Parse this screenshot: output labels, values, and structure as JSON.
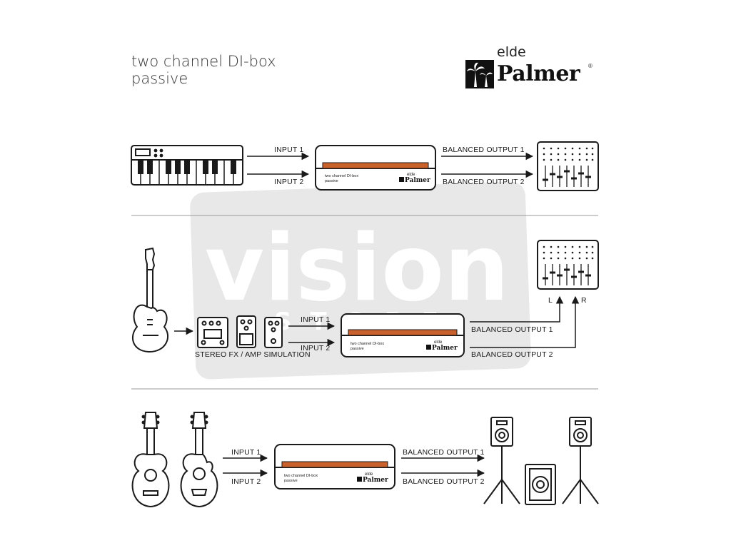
{
  "header": {
    "title_line1": "two channel DI-box",
    "title_line2": "passive",
    "brand_small": "elde",
    "brand_big": "Palmer",
    "brand_reg": "®"
  },
  "watermark": {
    "word": "vision",
    "sub": "STORE"
  },
  "device": {
    "label_line1": "two channel DI-box",
    "label_line2": "passive",
    "brand_small": "elde",
    "brand_big": "Palmer"
  },
  "row1": {
    "input1": "INPUT 1",
    "input2": "INPUT 2",
    "output1": "BALANCED OUTPUT 1",
    "output2": "BALANCED OUTPUT 2"
  },
  "row2": {
    "input1": "INPUT 1",
    "input2": "INPUT 2",
    "output1": "BALANCED OUTPUT 1",
    "output2": "BALANCED OUTPUT 2",
    "fx_label": "STEREO FX / AMP SIMULATION",
    "left": "L",
    "right": "R"
  },
  "row3": {
    "input1": "INPUT 1",
    "input2": "INPUT 2",
    "output1": "BALANCED OUTPUT 1",
    "output2": "BALANCED OUTPUT 2"
  },
  "colors": {
    "accent": "#c8612c",
    "line": "#1a1a1a",
    "divider": "#9a9a9a",
    "watermark": "#e6e6e6"
  }
}
